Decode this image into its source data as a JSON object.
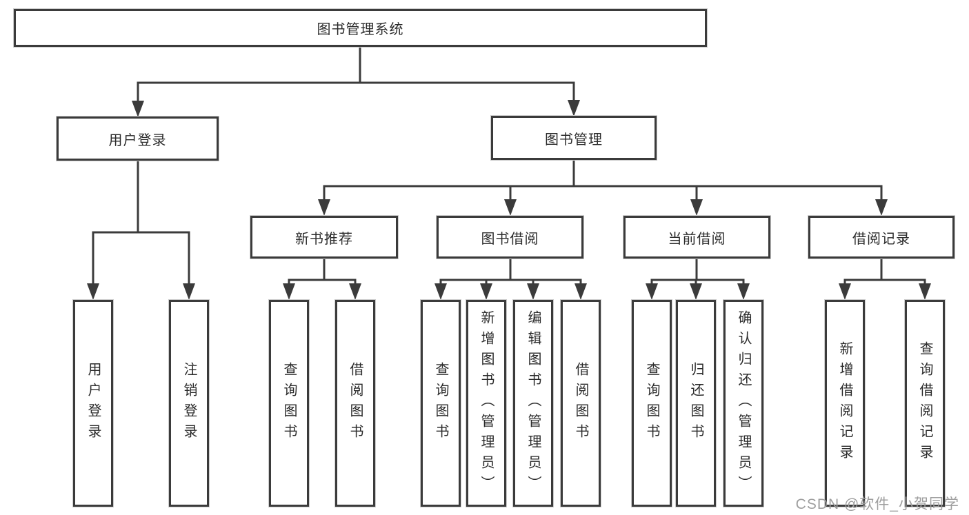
{
  "colors": {
    "line": "#3b3b3b",
    "box_border": "#3b3b3b",
    "text": "#2b2b2b",
    "watermark": "#9e9e9e",
    "background": "#ffffff"
  },
  "root": {
    "label": "图书管理系统"
  },
  "level2": {
    "user_login": {
      "label": "用户登录"
    },
    "book_mgmt": {
      "label": "图书管理"
    }
  },
  "level3": {
    "new_books": {
      "label": "新书推荐"
    },
    "borrowing": {
      "label": "图书借阅"
    },
    "current": {
      "label": "当前借阅"
    },
    "records": {
      "label": "借阅记录"
    }
  },
  "leaves": {
    "login": "用户登录",
    "logout": "注销登录",
    "nb_query": "查询图书",
    "nb_borrow": "借阅图书",
    "bw_query": "查询图书",
    "bw_add": "新增图书（管理员）",
    "bw_edit": "编辑图书（管理员）",
    "bw_borrow": "借阅图书",
    "cur_query": "查询图书",
    "cur_return": "归还图书",
    "cur_confirm": "确认归还（管理员）",
    "rec_add": "新增借阅记录",
    "rec_query": "查询借阅记录"
  },
  "watermark": "CSDN @软件_小贺同学"
}
